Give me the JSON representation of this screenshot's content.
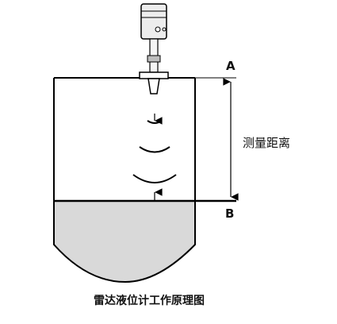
{
  "diagram": {
    "label_a": "A",
    "label_b": "B",
    "distance_label": "测量距离",
    "caption": "雷达液位计工作原理图"
  },
  "colors": {
    "liquid": "#d9d9d9",
    "stroke": "#000000",
    "sensor_body": "#e6e6e6"
  }
}
